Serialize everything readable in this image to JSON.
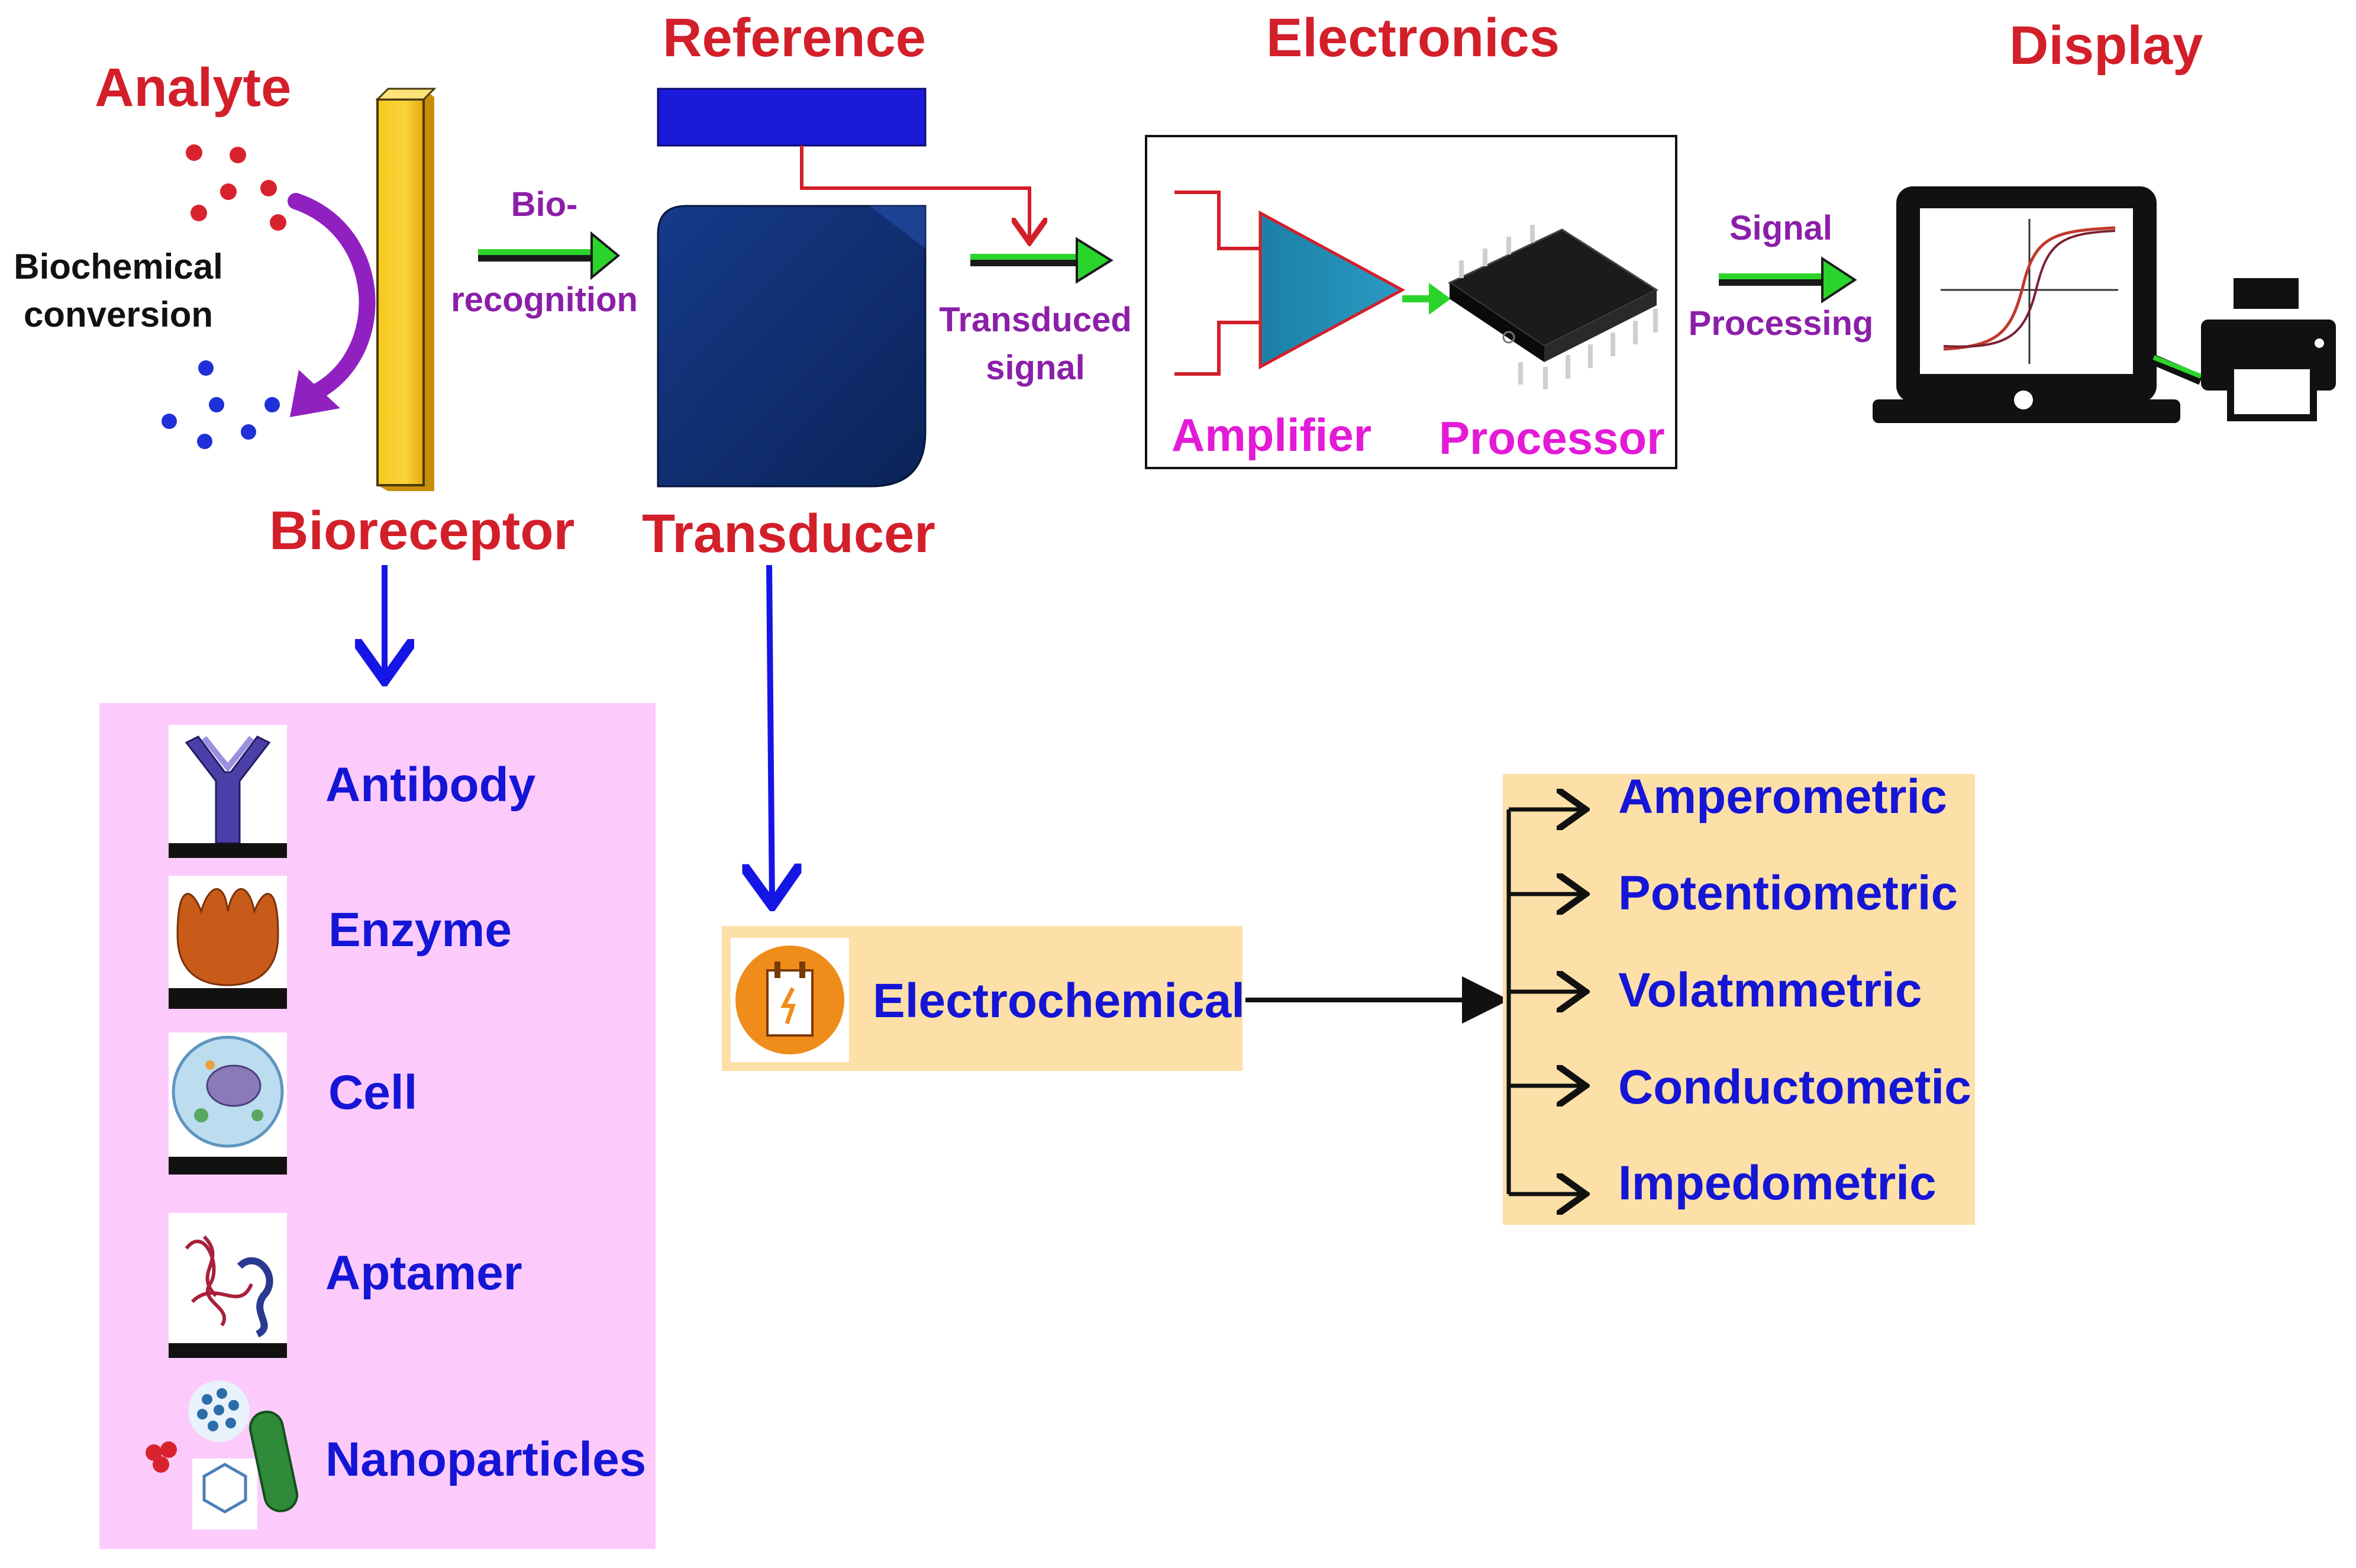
{
  "headers": {
    "analyte": "Analyte",
    "reference": "Reference",
    "electronics": "Electronics",
    "display": "Display",
    "bioreceptor": "Bioreceptor",
    "transducer": "Transducer"
  },
  "flow_labels": {
    "biochemical_conversion": [
      "Biochemical",
      "conversion"
    ],
    "biorecognition": [
      "Bio-",
      "recognition"
    ],
    "transduced_signal": [
      "Transduced",
      "signal"
    ],
    "signal_processing": [
      "Signal",
      "Processing"
    ]
  },
  "electronics": {
    "amplifier": "Amplifier",
    "processor": "Processor"
  },
  "bioreceptors": [
    "Antibody",
    "Enzyme",
    "Cell",
    "Aptamer",
    "Nanoparticles"
  ],
  "transducer_type": "Electrochemical",
  "electrochemical_methods": [
    "Amperometric",
    "Potentiometric",
    "Volatmmetric",
    "Conductometic",
    "Impedometric"
  ],
  "colors": {
    "header_red": "#d31f2a",
    "label_purple": "#8b1fa8",
    "item_blue": "#1515d6",
    "magenta": "#e31ad6",
    "pink_panel": "#fccbfc",
    "orange_panel": "#fde0a8",
    "transducer_navy": "#0d2a6b",
    "reference_blue": "#1a1ad8",
    "arrow_green": "#2bd42b"
  },
  "icons": [
    "molecule-dots-icon",
    "bioreceptor-bar-icon",
    "reference-electrode-icon",
    "transducer-block-icon",
    "amplifier-triangle-icon",
    "processor-chip-icon",
    "laptop-graph-icon",
    "printer-icon",
    "antibody-icon",
    "enzyme-icon",
    "cell-icon",
    "aptamer-icon",
    "nanoparticles-icon",
    "electrochemical-cell-icon"
  ]
}
